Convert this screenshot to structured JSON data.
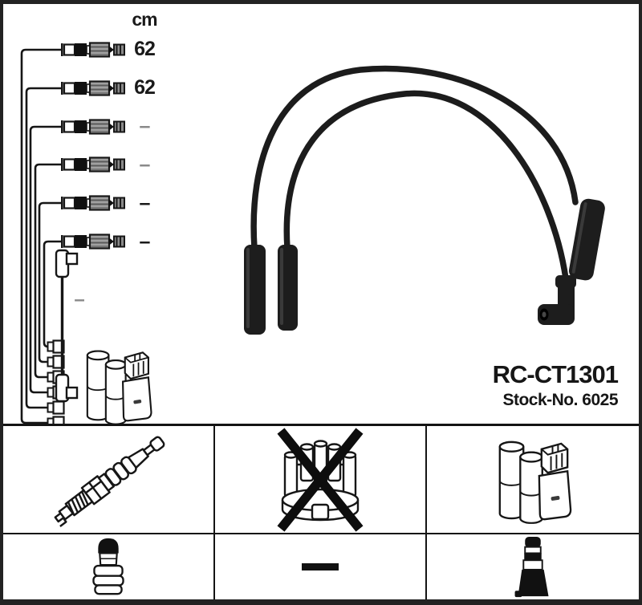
{
  "product": {
    "code": "RC-CT1301",
    "stock_no": "Stock-No. 6025"
  },
  "length_table": {
    "unit_header": "cm",
    "values": [
      "62",
      "62",
      "–",
      "–",
      "–",
      "–"
    ],
    "coil_wire_value": "–"
  },
  "icons": {
    "left_diagram": [
      "cable-with-terminals-row",
      "coil-wire-angled-connectors",
      "distributor-output-plugs",
      "ignition-coil"
    ],
    "legend_row1": [
      "spark-plug-icon",
      "distributor-cap-crossed-out-icon",
      "ignition-coil-icon"
    ],
    "legend_row2": [
      "spark-plug-boot-icon",
      "not-applicable-dash-icon",
      "coil-boot-icon"
    ]
  },
  "colors": {
    "ink": "#161616",
    "background": "#ffffff",
    "muted_dash": "#8a8a8a",
    "boot_fill": "#1d1d1d"
  }
}
